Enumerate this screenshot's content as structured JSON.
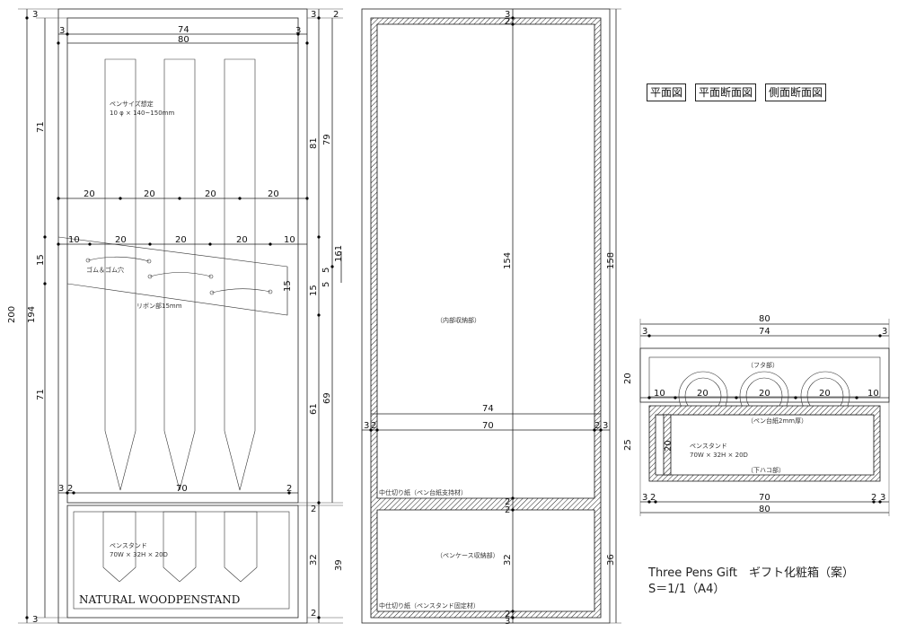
{
  "legend": {
    "plan": "平面図",
    "plan_section": "平面断面図",
    "side_section": "側面断面図"
  },
  "title": {
    "line1": "Three Pens Gift　ギフト化粧箱（案）",
    "line2": "S＝1/1（A4）"
  },
  "plan_view": {
    "top_left": "3",
    "top_right": "3",
    "inner_width": "74",
    "outer_width": "80",
    "pen_note_1": "ペンサイズ想定",
    "pen_note_2": "10 φ × 140~150mm",
    "pitch_labels": [
      "20",
      "20",
      "20",
      "20"
    ],
    "band_labels": [
      "10",
      "20",
      "20",
      "20",
      "10"
    ],
    "rubber_note": "ゴム＆ゴム穴",
    "ribbon_note": "リボン部15mm",
    "band_height": "15",
    "bottom_left_3": "3",
    "bottom_left_2": "2",
    "bottom_width": "70",
    "bottom_right_2": "2",
    "stand_note_1": "ペンスタンド",
    "stand_note_2": "70W × 32H × 20D",
    "brand": "NATURAL WOODPENSTAND",
    "left_outer": "200",
    "left_inner": "194",
    "left_top": "3",
    "left_bottom": "3",
    "left_upper": "71",
    "left_mid": "15",
    "left_lower": "71",
    "right_top_3": "3",
    "right_top_2": "2",
    "right_81": "81",
    "right_79": "79",
    "right_161": "161",
    "right_5a": "5",
    "right_5b": "5",
    "right_15": "15",
    "right_61": "61",
    "right_69": "69",
    "right_2a": "2",
    "right_32": "32",
    "right_39": "39",
    "right_2b": "2"
  },
  "plan_section": {
    "top_3": "3",
    "top_2": "2",
    "inner_height": "154",
    "outer_height": "158",
    "inner_note": "（内部収納部）",
    "width_74": "74",
    "width_70": "70",
    "left_3": "3",
    "left_2": "2",
    "right_2": "2",
    "right_3": "3",
    "partition_note_1": "中仕切り紙（ペン台紙支持材）",
    "mid_2a": "2",
    "mid_2b": "2",
    "lower_note": "（ペンケース収納部）",
    "lower_32": "32",
    "lower_36": "36",
    "partition_note_2": "中仕切り紙（ペンスタンド固定材）",
    "bottom_3": "3",
    "bottom_2": "2"
  },
  "side_section": {
    "outer_width": "80",
    "inner_width": "74",
    "left_3": "3",
    "right_3": "3",
    "lid_note": "（フタ部）",
    "lid_height": "20",
    "row_labels": [
      "10",
      "20",
      "20",
      "20",
      "10"
    ],
    "board_note": "（ペン台紙2mm厚）",
    "base_height": "25",
    "stand_height": "20",
    "stand_note_1": "ペンスタンド",
    "stand_note_2": "70W × 32H × 20D",
    "box_note": "（下ハコ部）",
    "bottom_3l": "3",
    "bottom_2l": "2",
    "bottom_70": "70",
    "bottom_2r": "2",
    "bottom_3r": "3",
    "bottom_80": "80"
  }
}
